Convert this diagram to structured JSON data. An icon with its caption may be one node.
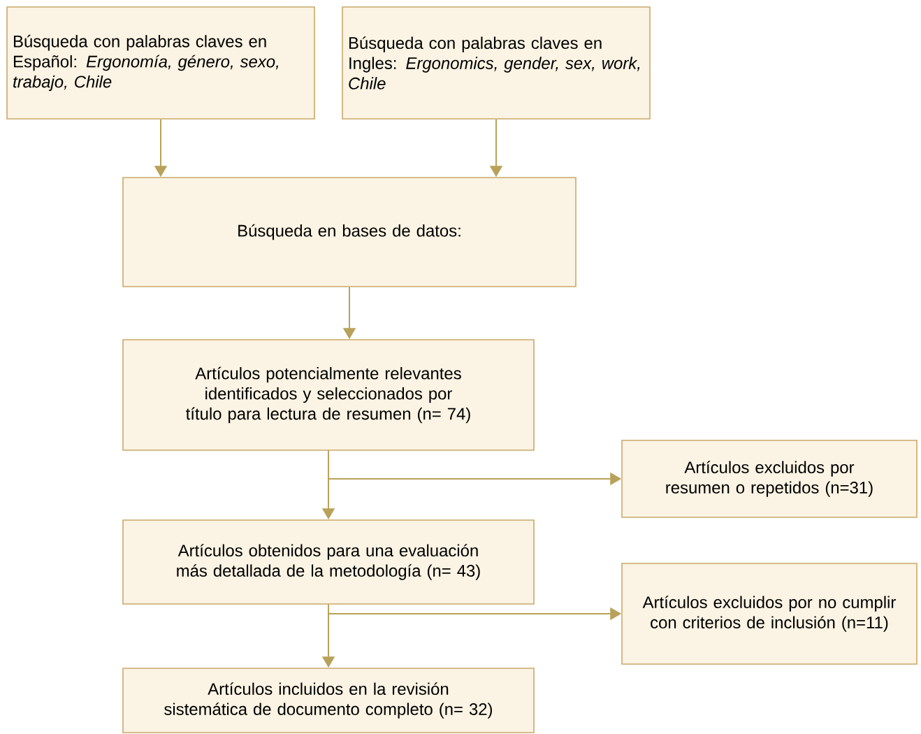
{
  "diagram": {
    "nodes": [
      {
        "text": [
          "Búsqueda con palabras claves en Español: *Ergonomía, género, sexo, trabajo, Chile*"
        ]
      },
      {
        "text": [
          "Búsqueda con palabras claves en Ingles: *Ergonomics, gender, sex, work, Chile*"
        ]
      },
      {
        "text": [
          "Búsqueda en bases de datos:"
        ]
      },
      {
        "text": [
          "Artículos potencialmente relevantes identificados y seleccionados por título para lectura de resumen (n= 74)"
        ]
      },
      {
        "text": [
          "Artículos excluidos por resumen o repetidos (n=31)"
        ]
      },
      {
        "text": [
          "Artículos obtenidos para una evaluación más detallada de la metodología (n= 43)"
        ]
      },
      {
        "text": [
          "Artículos excluidos por no cumplir con criterios de inclusión (n=11)"
        ]
      },
      {
        "text": [
          "Artículos incluidos en la revisión sistemática de documento completo (n= 32)"
        ]
      }
    ],
    "edges": [
      {
        "from": 0,
        "to": 2,
        "arrow": "to"
      },
      {
        "from": 1,
        "to": 2,
        "arrow": "to"
      },
      {
        "from": 2,
        "to": 3,
        "arrow": "to"
      },
      {
        "from": 3,
        "to": 5,
        "arrow": "to"
      },
      {
        "from": 3,
        "to": 4,
        "arrow": "to"
      },
      {
        "from": 5,
        "to": 7,
        "arrow": "to"
      },
      {
        "from": 5,
        "to": 6,
        "arrow": "to"
      }
    ]
  }
}
